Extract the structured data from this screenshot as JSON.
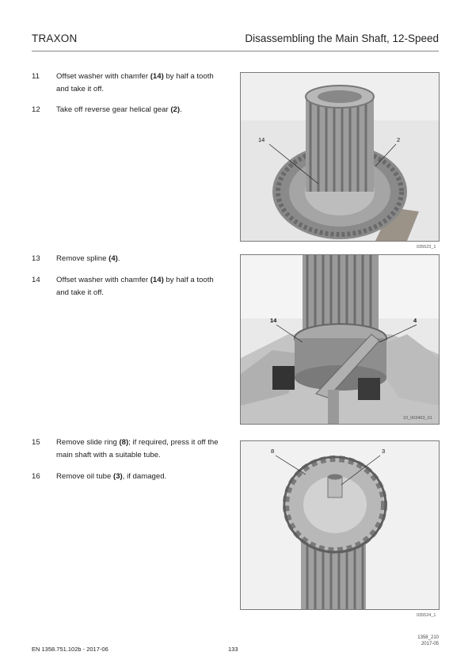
{
  "header": {
    "brand": "TRAXON",
    "title": "Disassembling the Main Shaft, 12-Speed"
  },
  "steps": [
    {
      "num": "11",
      "pre": "Offset washer with chamfer ",
      "ref": "(14)",
      "post": " by half a tooth and take it off."
    },
    {
      "num": "12",
      "pre": "Take off reverse gear helical gear ",
      "ref": "(2)",
      "post": "."
    },
    {
      "num": "13",
      "pre": "Remove spline ",
      "ref": "(4)",
      "post": "."
    },
    {
      "num": "14",
      "pre": "Offset washer with chamfer ",
      "ref": "(14)",
      "post": " by half a tooth and take it off."
    },
    {
      "num": "15",
      "pre": "Remove slide ring ",
      "ref": "(8)",
      "post": "; if required, press it off the main shaft with a suitable tube."
    },
    {
      "num": "16",
      "pre": "Remove oil tube ",
      "ref": "(3)",
      "post": ", if damaged."
    }
  ],
  "figures": [
    {
      "id": "035523_1",
      "callouts": [
        "14",
        "2"
      ]
    },
    {
      "id": "10_003403_01",
      "callouts": [
        "14",
        "4"
      ]
    },
    {
      "id": "035524_1",
      "callouts": [
        "8",
        "3"
      ]
    }
  ],
  "footer": {
    "doc_ref": "EN 1358.751.102b - 2017-06",
    "page": "133",
    "code": "1358_210",
    "date": "2017-05"
  }
}
